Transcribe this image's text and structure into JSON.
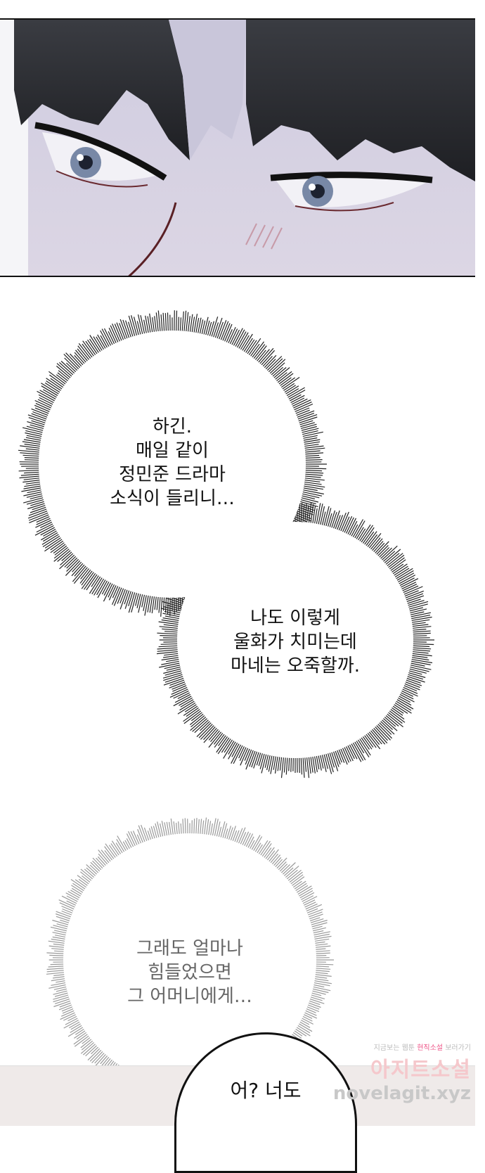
{
  "bubbles": {
    "first_text": "하긴.\n매일 같이\n정민준 드라마\n소식이 들리니…",
    "second_text": "나도 이렇게\n울화가 치미는데\n마네는 오죽할까.",
    "third_text": "그래도 얼마나\n힘들었으면\n그 어머니에게…"
  },
  "speech": {
    "text": "어? 너도"
  },
  "watermark": {
    "line1a": "지금보는 웹툰",
    "line1b": "현직소설",
    "line1c": "보러가기",
    "line2": "아지트소설",
    "line3": "novelagit.xyz"
  },
  "colors": {
    "skin": "#d9d7e6",
    "hair": "#2f3136",
    "eye": "#6f7f9e",
    "burst": "#222222"
  }
}
